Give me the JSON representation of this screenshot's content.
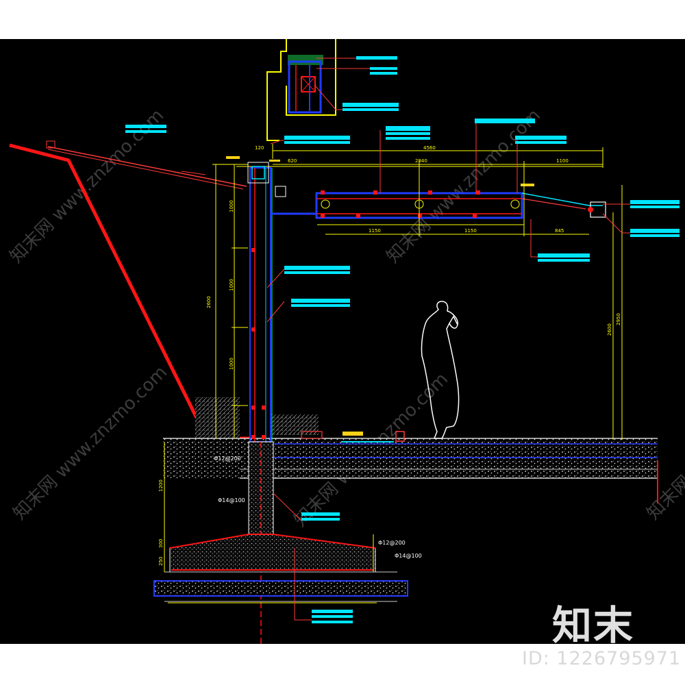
{
  "drawing": {
    "dimensions": {
      "overall_width": "4560",
      "top_left": "120",
      "top_mid": "620",
      "top_span": "2840",
      "top_right": "1100",
      "lower_a": "1150",
      "lower_b": "1150",
      "lower_c": "845",
      "left_height": "2600",
      "right_height": "2950",
      "right_height_b": "2600",
      "seg_1": "1000",
      "seg_2": "1000",
      "seg_3": "1000",
      "foundation_depth": "1200",
      "base_a": "300",
      "base_b": "250"
    },
    "rebar_labels": {
      "column_main": "Φ12@200",
      "column_ties": "Φ14@100",
      "footing_top": "Φ12@200",
      "footing_bottom": "Φ14@100"
    }
  },
  "watermark": {
    "brand": "知末",
    "id_text": "ID: 1226795971",
    "site_text": "znzmo.com",
    "site_cn": "知末网 www.znzmo.com"
  },
  "colors": {
    "background": "#000000",
    "structure": "#ff1010",
    "dimension": "#ffff00",
    "frame": "#1a33ff",
    "leader_tag": "#00e5ff",
    "figure": "#ffffff"
  }
}
